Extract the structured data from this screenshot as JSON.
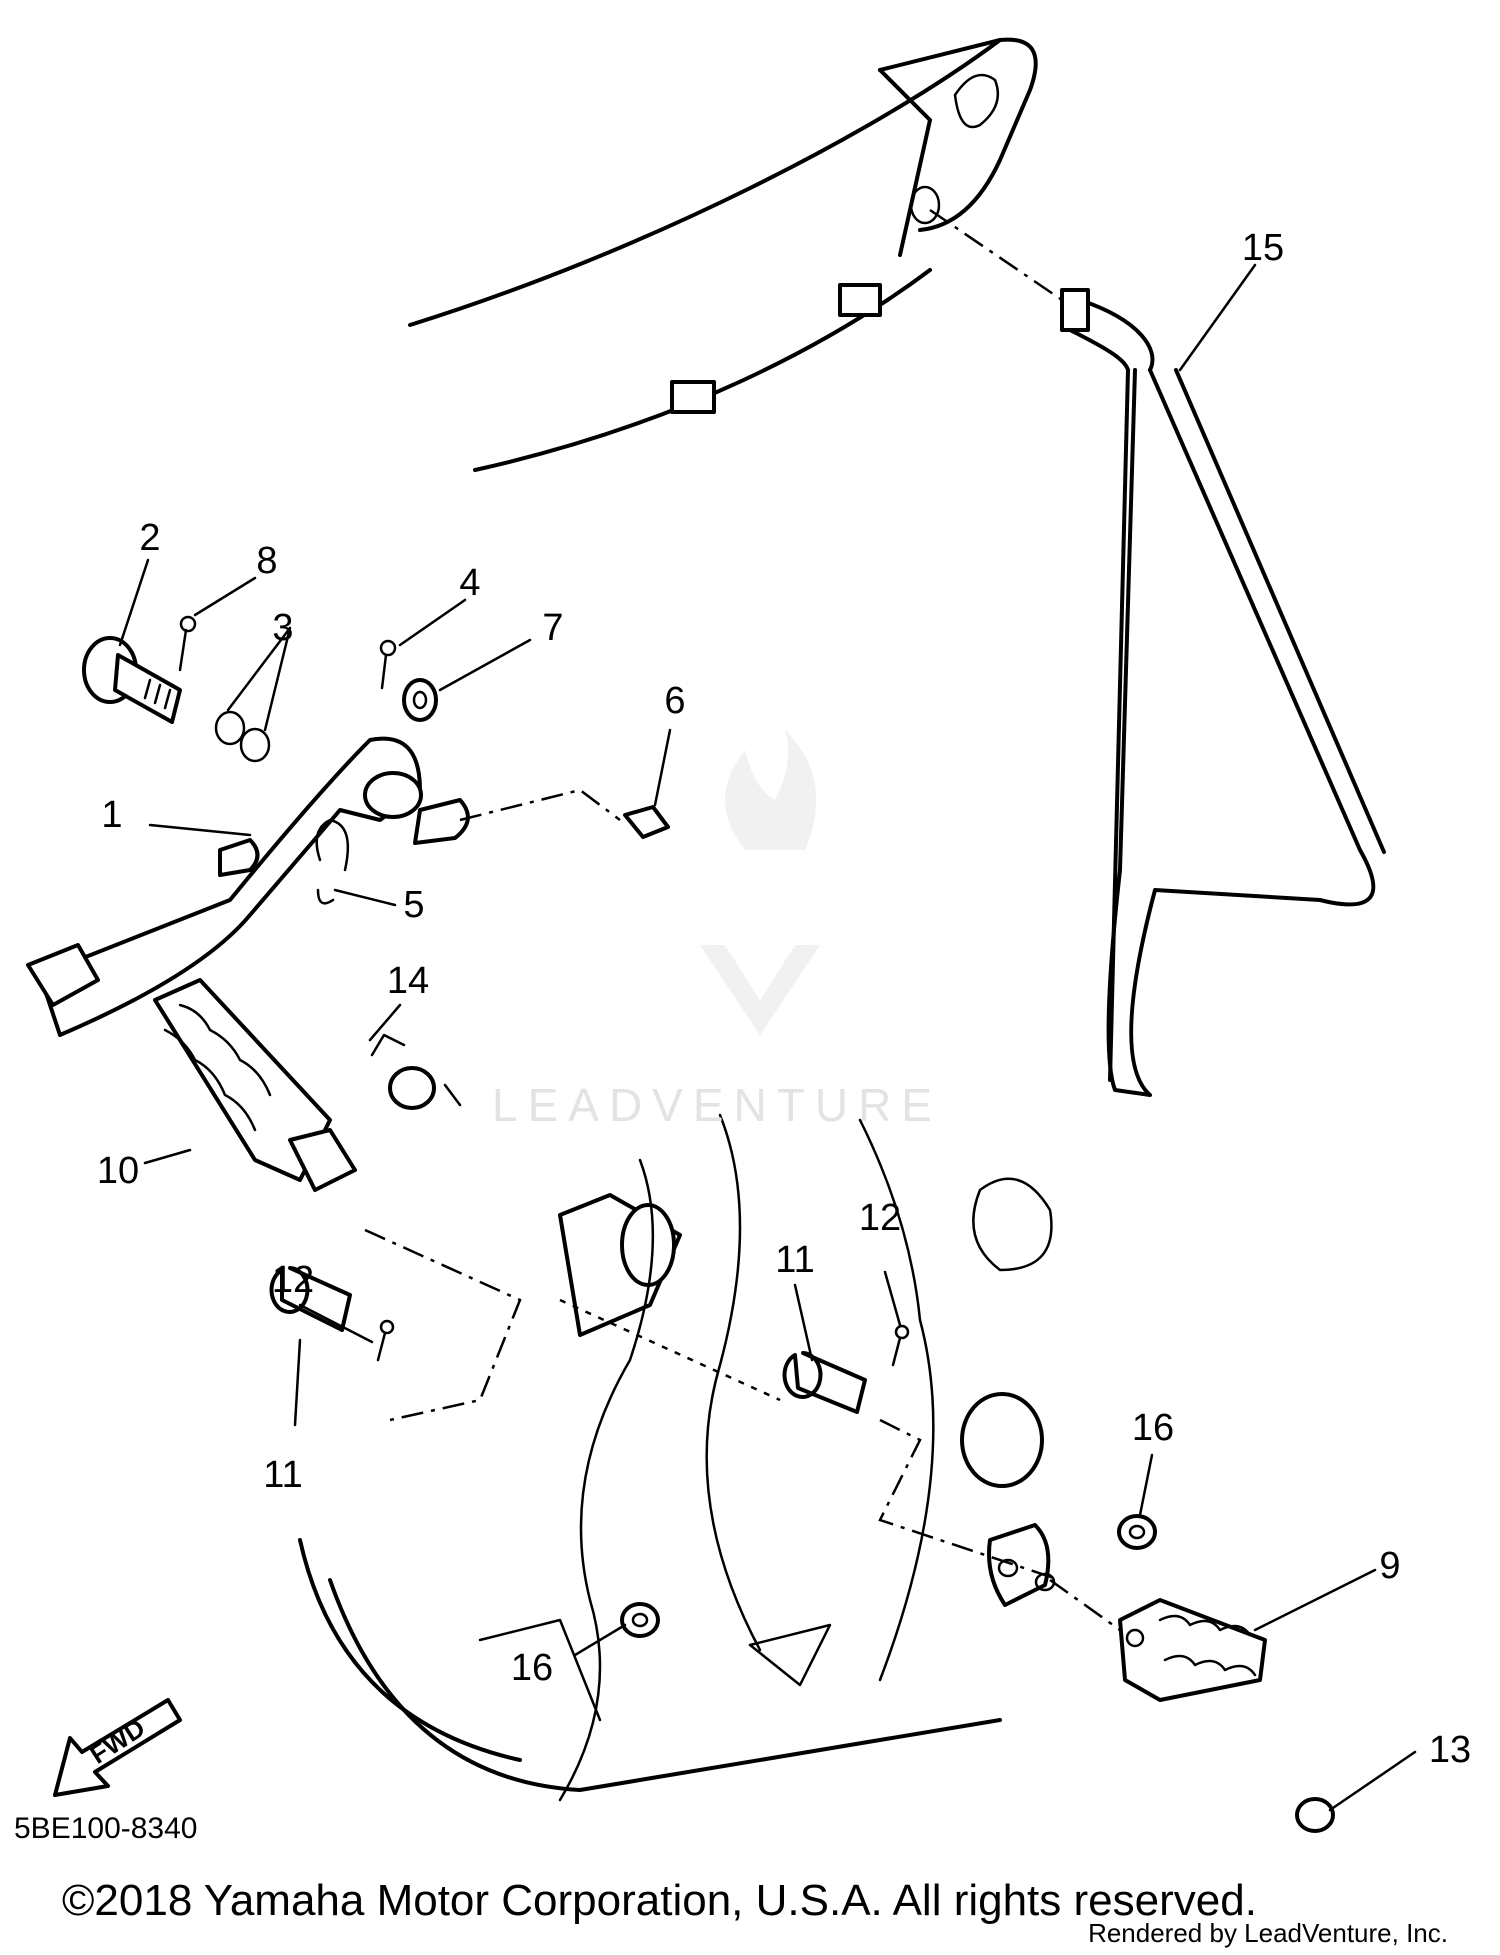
{
  "diagram": {
    "callouts": [
      {
        "id": "1",
        "text": "1"
      },
      {
        "id": "2",
        "text": "2"
      },
      {
        "id": "3",
        "text": "3"
      },
      {
        "id": "4",
        "text": "4"
      },
      {
        "id": "5",
        "text": "5"
      },
      {
        "id": "6",
        "text": "6"
      },
      {
        "id": "7",
        "text": "7"
      },
      {
        "id": "8",
        "text": "8"
      },
      {
        "id": "9",
        "text": "9"
      },
      {
        "id": "10",
        "text": "10"
      },
      {
        "id": "11a",
        "text": "11"
      },
      {
        "id": "11b",
        "text": "11"
      },
      {
        "id": "12a",
        "text": "12"
      },
      {
        "id": "12b",
        "text": "12"
      },
      {
        "id": "13",
        "text": "13"
      },
      {
        "id": "14",
        "text": "14"
      },
      {
        "id": "15",
        "text": "15"
      },
      {
        "id": "16a",
        "text": "16"
      },
      {
        "id": "16b",
        "text": "16"
      }
    ],
    "fwd_label": "FWD",
    "drawing_code": "5BE100-8340",
    "watermark": "LEADVENTURE"
  },
  "footer": {
    "copyright": "©2018 Yamaha Motor Corporation, U.S.A. All rights reserved.",
    "rendered_by": "Rendered by LeadVenture, Inc."
  },
  "colors": {
    "line": "#000000",
    "background": "#ffffff",
    "watermark": "#e3e3e3"
  }
}
